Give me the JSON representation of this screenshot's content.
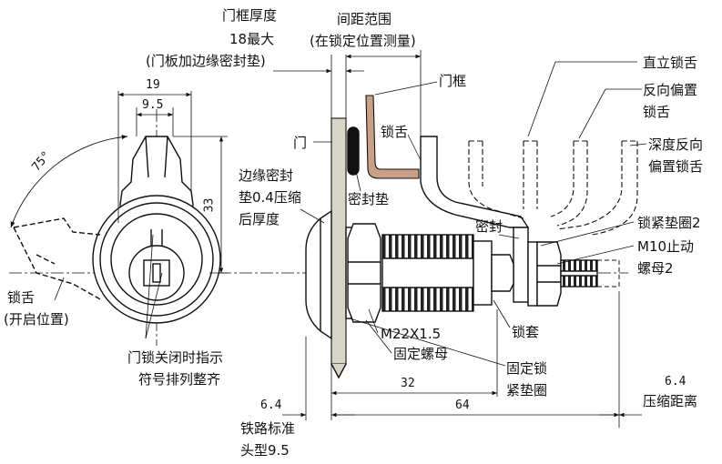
{
  "labels": {
    "frame_thickness_1": "门框厚度",
    "frame_thickness_2": "18最大",
    "frame_thickness_3": "(门板加边缘密封垫)",
    "spacing_range_1": "间距范围",
    "spacing_range_2": "(在锁定位置测量)",
    "door_frame": "门框",
    "tongue_top": "锁舌",
    "door": "门",
    "edge_seal_1": "边缘密封",
    "edge_seal_2": "垫0.4压缩",
    "edge_seal_3": "后厚度",
    "seal_pad": "密封垫",
    "seal": "密封",
    "straight_tongue": "直立锁舌",
    "reverse_offset_1": "反向偏置",
    "reverse_offset_2": "锁舌",
    "deep_reverse_1": "深度反向",
    "deep_reverse_2": "偏置锁舌",
    "lock_washer_2": "锁紧垫圈2",
    "stop_nut_1": "M10止动",
    "stop_nut_2": "螺母2",
    "thread": "M22X1.5",
    "fixing_nut": "固定螺母",
    "sleeve": "锁套",
    "fixed_washer_1": "固定锁",
    "fixed_washer_2": "紧垫圈",
    "tongue_open_1": "锁舌",
    "tongue_open_2": "(开启位置)",
    "indicator_1": "门锁关闭时指示",
    "indicator_2": "符号排列整齐",
    "rail_1": "铁路标准",
    "rail_2": "头型9.5",
    "compress_dist": "压缩距离"
  },
  "dimensions": {
    "width_19": "19",
    "width_9_5": "9.5",
    "angle_75": "75°",
    "height_33": "33",
    "length_32": "32",
    "length_64": "64",
    "rail_6_4": "6.4",
    "compress_6_4": "6.4"
  }
}
